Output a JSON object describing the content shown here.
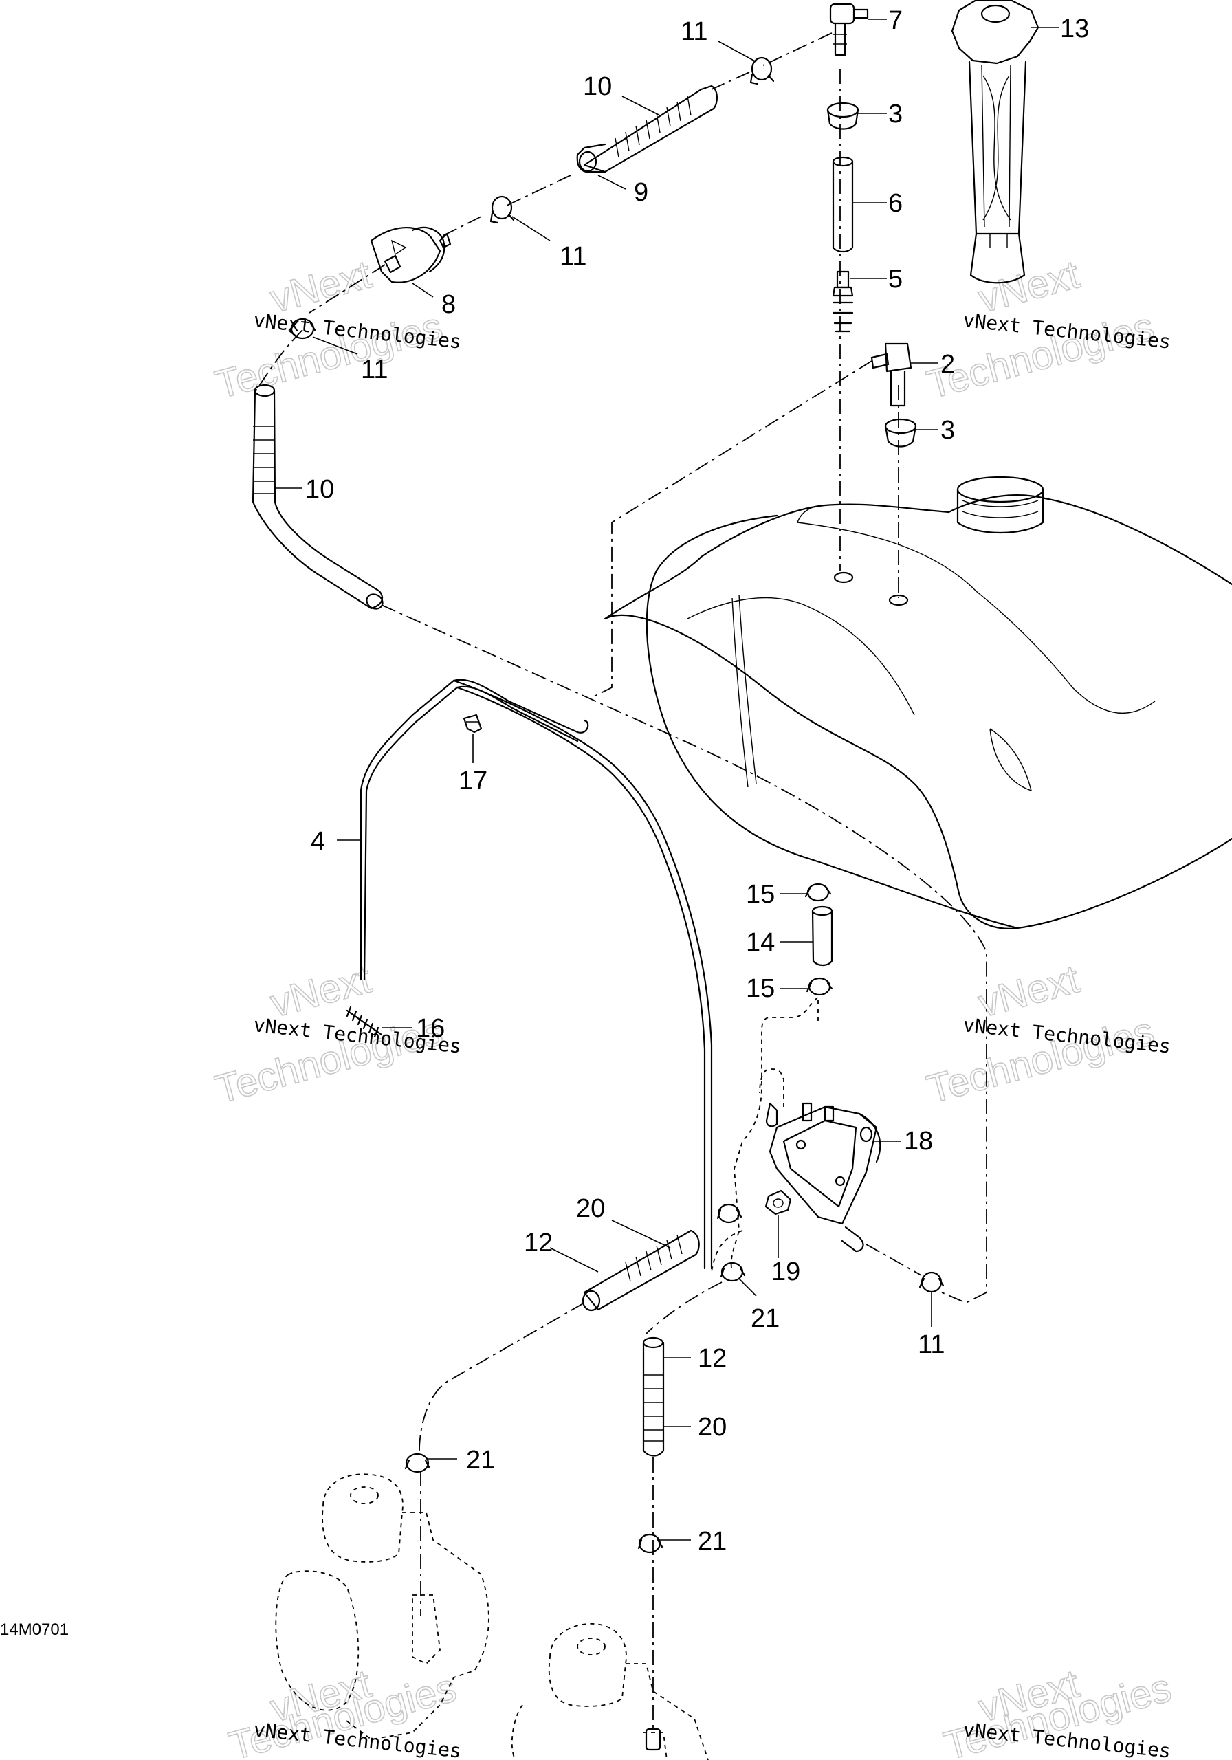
{
  "diagram": {
    "drawing_code": "14M0701",
    "watermark": {
      "line1": "vNext Technologies",
      "ghost_word1": "vNext",
      "ghost_word2": "Technologies"
    },
    "callouts": [
      {
        "id": "c-11-a",
        "label": "11"
      },
      {
        "id": "c-7",
        "label": "7"
      },
      {
        "id": "c-13",
        "label": "13"
      },
      {
        "id": "c-10-a",
        "label": "10"
      },
      {
        "id": "c-3-a",
        "label": "3"
      },
      {
        "id": "c-9",
        "label": "9"
      },
      {
        "id": "c-6",
        "label": "6"
      },
      {
        "id": "c-11-b",
        "label": "11"
      },
      {
        "id": "c-5",
        "label": "5"
      },
      {
        "id": "c-8",
        "label": "8"
      },
      {
        "id": "c-11-c",
        "label": "11"
      },
      {
        "id": "c-2",
        "label": "2"
      },
      {
        "id": "c-3-b",
        "label": "3"
      },
      {
        "id": "c-10-b",
        "label": "10"
      },
      {
        "id": "c-17",
        "label": "17"
      },
      {
        "id": "c-4",
        "label": "4"
      },
      {
        "id": "c-15-a",
        "label": "15"
      },
      {
        "id": "c-14",
        "label": "14"
      },
      {
        "id": "c-15-b",
        "label": "15"
      },
      {
        "id": "c-16",
        "label": "16"
      },
      {
        "id": "c-18",
        "label": "18"
      },
      {
        "id": "c-20-a",
        "label": "20"
      },
      {
        "id": "c-12-a",
        "label": "12"
      },
      {
        "id": "c-19",
        "label": "19"
      },
      {
        "id": "c-21-a",
        "label": "21"
      },
      {
        "id": "c-11-d",
        "label": "11"
      },
      {
        "id": "c-12-b",
        "label": "12"
      },
      {
        "id": "c-20-b",
        "label": "20"
      },
      {
        "id": "c-21-b",
        "label": "21"
      },
      {
        "id": "c-21-c",
        "label": "21"
      }
    ]
  }
}
